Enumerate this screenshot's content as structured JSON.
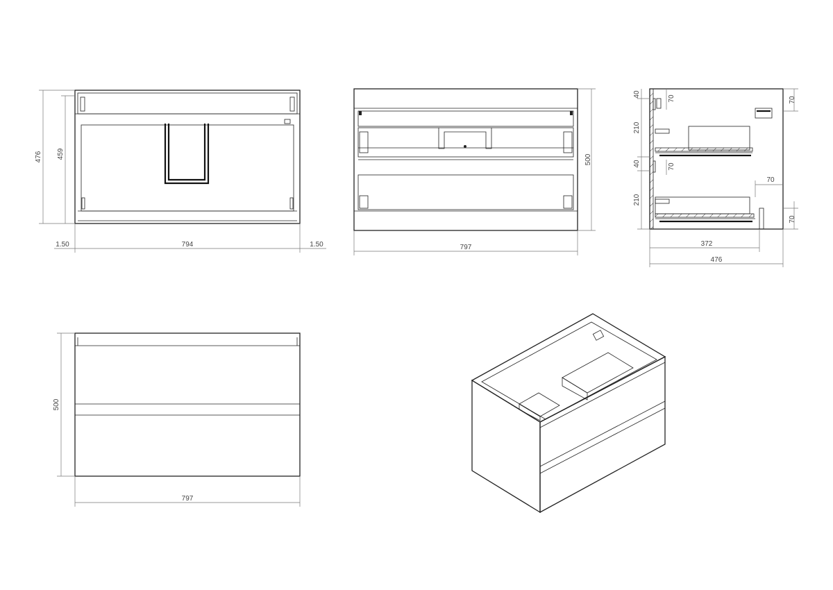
{
  "drawing": {
    "back_view": {
      "dims": {
        "height_total": "476",
        "height_inner": "459",
        "width_inner": "794",
        "side_left": "1.50",
        "side_right": "1.50"
      }
    },
    "front_open_view": {
      "dims": {
        "width": "797",
        "height": "500"
      }
    },
    "side_section_view": {
      "dims": {
        "top_gap_1": "40",
        "drawer_1_height": "210",
        "top_gap_2": "40",
        "drawer_2_height": "210",
        "rail_1": "70",
        "rail_2": "70",
        "rail_3": "70",
        "rail_4": "70",
        "inner_depth": "372",
        "depth": "476"
      }
    },
    "front_view": {
      "dims": {
        "height": "500",
        "width": "797"
      }
    },
    "iso_view": {}
  }
}
